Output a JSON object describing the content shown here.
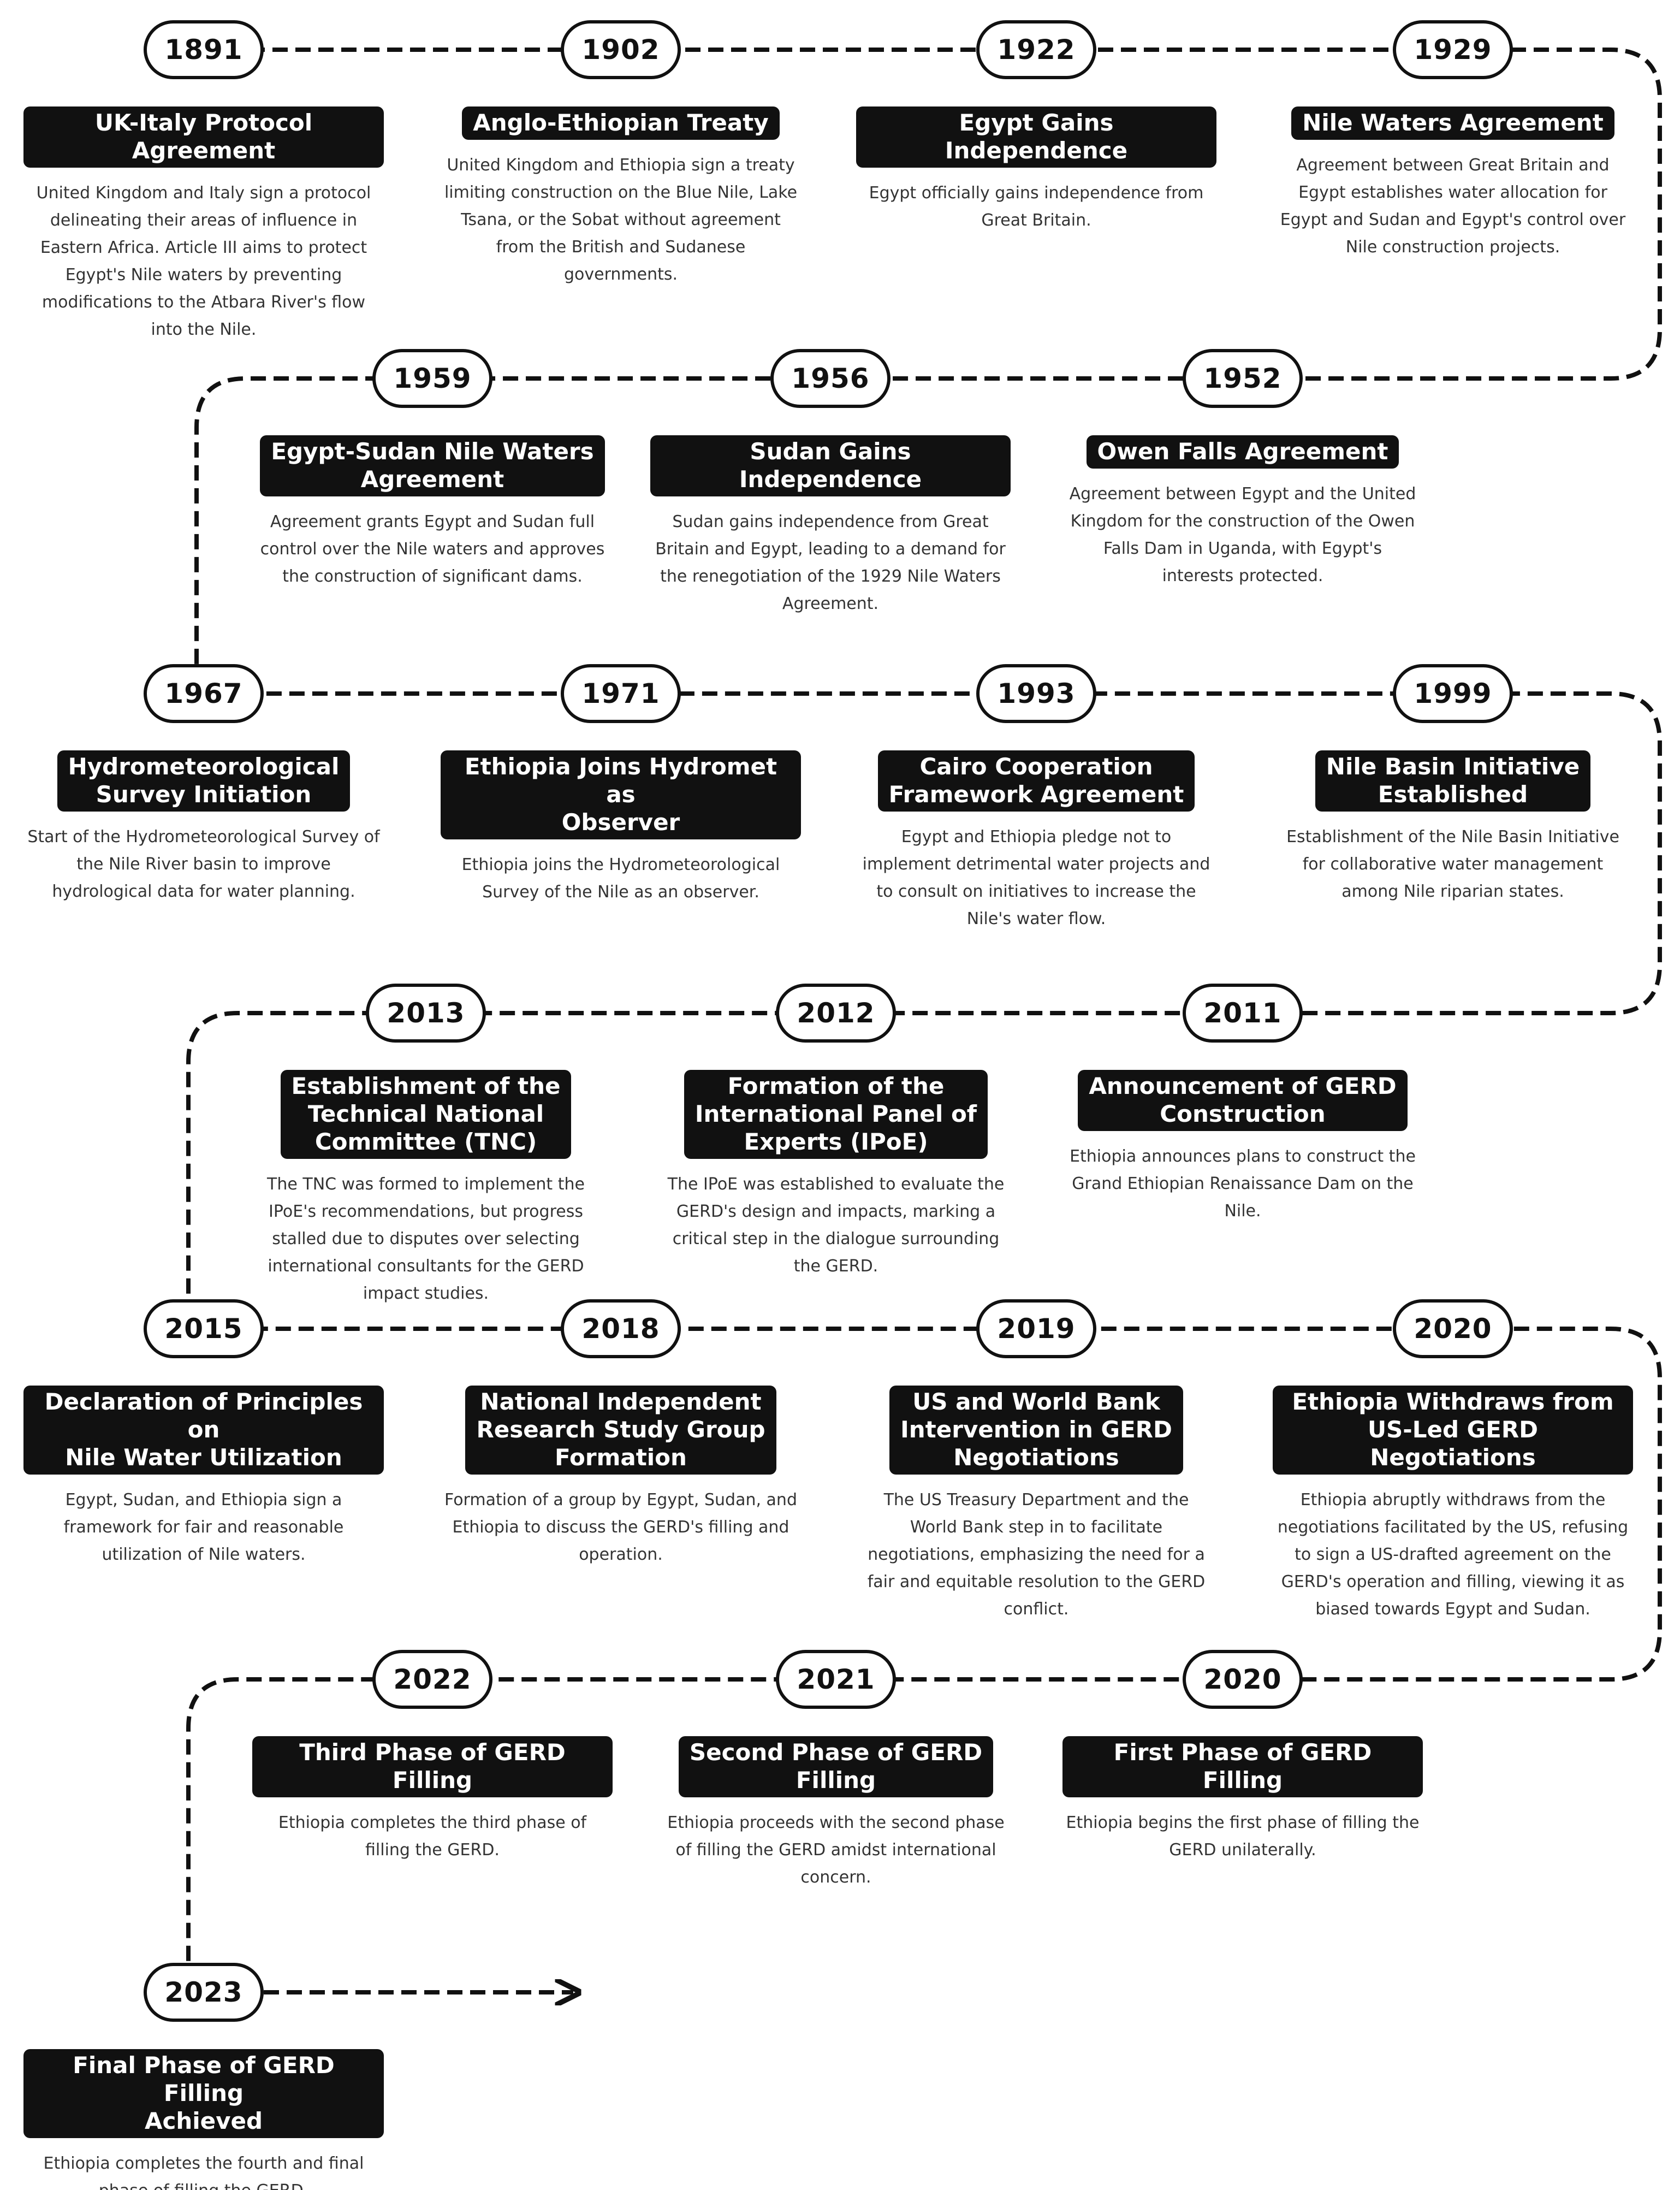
{
  "events": [
    {
      "year": "1891",
      "title": "UK-Italy Protocol Agreement",
      "desc": "United Kingdom and Italy sign a protocol delineating their areas of influence in Eastern Africa. Article III aims to protect Egypt's Nile waters by preventing modifications to the Atbara River's flow into the Nile."
    },
    {
      "year": "1902",
      "title": "Anglo-Ethiopian Treaty",
      "desc": "United Kingdom and Ethiopia sign a treaty limiting construction on the Blue Nile, Lake Tsana, or the Sobat without agreement from the British and Sudanese governments."
    },
    {
      "year": "1922",
      "title": "Egypt Gains Independence",
      "desc": "Egypt officially gains independence from Great Britain."
    },
    {
      "year": "1929",
      "title": "Nile Waters Agreement",
      "desc": "Agreement between Great Britain and Egypt establishes water allocation for Egypt and Sudan and Egypt's control over Nile construction projects."
    },
    {
      "year": "1952",
      "title": "Owen Falls Agreement",
      "desc": "Agreement between Egypt and the United Kingdom for the construction of the Owen Falls Dam in Uganda, with Egypt's interests protected."
    },
    {
      "year": "1956",
      "title": "Sudan Gains Independence",
      "desc": "Sudan gains independence from Great Britain and Egypt, leading to a demand for the renegotiation of the 1929 Nile Waters Agreement."
    },
    {
      "year": "1959",
      "title": "Egypt-Sudan Nile Waters\nAgreement",
      "desc": "Agreement grants Egypt and Sudan full control over the Nile waters and approves the construction of significant dams."
    },
    {
      "year": "1967",
      "title": "Hydrometeorological\nSurvey Initiation",
      "desc": "Start of the Hydrometeorological Survey of the Nile River basin to improve hydrological data for water planning."
    },
    {
      "year": "1971",
      "title": "Ethiopia Joins Hydromet as\nObserver",
      "desc": "Ethiopia joins the Hydrometeorological Survey of the Nile as an observer."
    },
    {
      "year": "1993",
      "title": "Cairo Cooperation\nFramework Agreement",
      "desc": "Egypt and Ethiopia pledge not to implement detrimental water projects and to consult on initiatives to increase the Nile's water flow."
    },
    {
      "year": "1999",
      "title": "Nile Basin Initiative\nEstablished",
      "desc": "Establishment of the Nile Basin Initiative for collaborative water management among Nile riparian states."
    },
    {
      "year": "2011",
      "title": "Announcement of GERD\nConstruction",
      "desc": "Ethiopia announces plans to construct the Grand Ethiopian Renaissance Dam on the Nile."
    },
    {
      "year": "2012",
      "title": "Formation of the\nInternational Panel of\nExperts (IPoE)",
      "desc": "The IPoE was established to evaluate the GERD's design and impacts, marking a critical step in the dialogue surrounding the GERD."
    },
    {
      "year": "2013",
      "title": "Establishment of the\nTechnical National\nCommittee (TNC)",
      "desc": "The TNC was formed to implement the IPoE's recommendations, but progress stalled due to disputes over selecting international consultants for the GERD impact studies."
    },
    {
      "year": "2015",
      "title": "Declaration of Principles on\nNile Water Utilization",
      "desc": "Egypt, Sudan, and Ethiopia sign a framework for fair and reasonable utilization of Nile waters."
    },
    {
      "year": "2018",
      "title": "National Independent\nResearch Study Group\nFormation",
      "desc": "Formation of a group by Egypt, Sudan, and Ethiopia to discuss the GERD's filling and operation."
    },
    {
      "year": "2019",
      "title": "US and World Bank\nIntervention in GERD\nNegotiations",
      "desc": "The US Treasury Department and the World Bank step in to facilitate negotiations, emphasizing the need for a fair and equitable resolution to the GERD conflict."
    },
    {
      "year": "2020",
      "title": "Ethiopia Withdraws from\nUS-Led GERD Negotiations",
      "desc": "Ethiopia abruptly withdraws from the negotiations facilitated by the US, refusing to sign a US-drafted agreement on the GERD's operation and filling, viewing it as biased towards Egypt and Sudan."
    },
    {
      "year": "2020",
      "title": "First Phase of GERD Filling",
      "desc": "Ethiopia begins the first phase of filling the GERD unilaterally."
    },
    {
      "year": "2021",
      "title": "Second Phase of GERD\nFilling",
      "desc": "Ethiopia proceeds with the second phase of filling the GERD amidst international concern."
    },
    {
      "year": "2022",
      "title": "Third Phase of GERD Filling",
      "desc": "Ethiopia completes the third phase of filling the GERD."
    },
    {
      "year": "2023",
      "title": "Final Phase of GERD Filling\nAchieved",
      "desc": "Ethiopia completes the fourth and final phase of filling the GERD."
    }
  ],
  "colors": {
    "ink": "#111111",
    "text": "#333333",
    "background": "#ffffff"
  }
}
